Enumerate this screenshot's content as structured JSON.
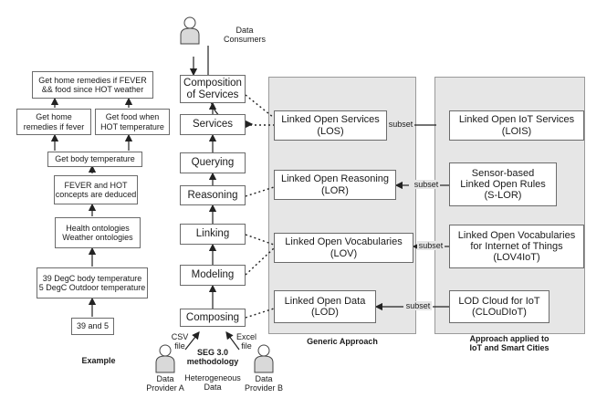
{
  "example": {
    "title": "Example",
    "steps": [
      "39 and 5",
      "39 DegC body temperature\n5 DegC Outdoor temperature",
      "Health ontologies\nWeather ontologies",
      "FEVER and HOT\nconcepts are deduced",
      "Get body temperature",
      "Get home\nremedies if fever",
      "Get food when\nHOT temperature",
      "Get home remedies if FEVER\n&& food since HOT weather"
    ]
  },
  "seg": {
    "methodology_label": "SEG 3.0\nmethodology",
    "steps": [
      "Composing",
      "Modeling",
      "Linking",
      "Reasoning",
      "Querying",
      "Services",
      "Composition\nof Services"
    ]
  },
  "consumers_label": "Data\nConsumers",
  "providers": {
    "a_label": "Data\nProvider A",
    "b_label": "Data\nProvider B",
    "csv_label": "CSV\nfile",
    "excel_label": "Excel\nfile",
    "heterogeneous_label": "Heterogeneous\nData"
  },
  "generic": {
    "title": "Generic Approach",
    "items": [
      "Linked Open Services\n(LOS)",
      "Linked Open Reasoning\n(LOR)",
      "Linked Open Vocabularies\n(LOV)",
      "Linked Open Data\n(LOD)"
    ]
  },
  "iot": {
    "title": "Approach applied to\nIoT and Smart Cities",
    "items": [
      "Linked Open IoT Services\n(LOIS)",
      "Sensor-based\nLinked Open Rules\n(S-LOR)",
      "Linked Open Vocabularies\nfor Internet of Things\n(LOV4IoT)",
      "LOD Cloud for IoT\n(CLOuDIoT)"
    ]
  },
  "subset_label": "subset"
}
